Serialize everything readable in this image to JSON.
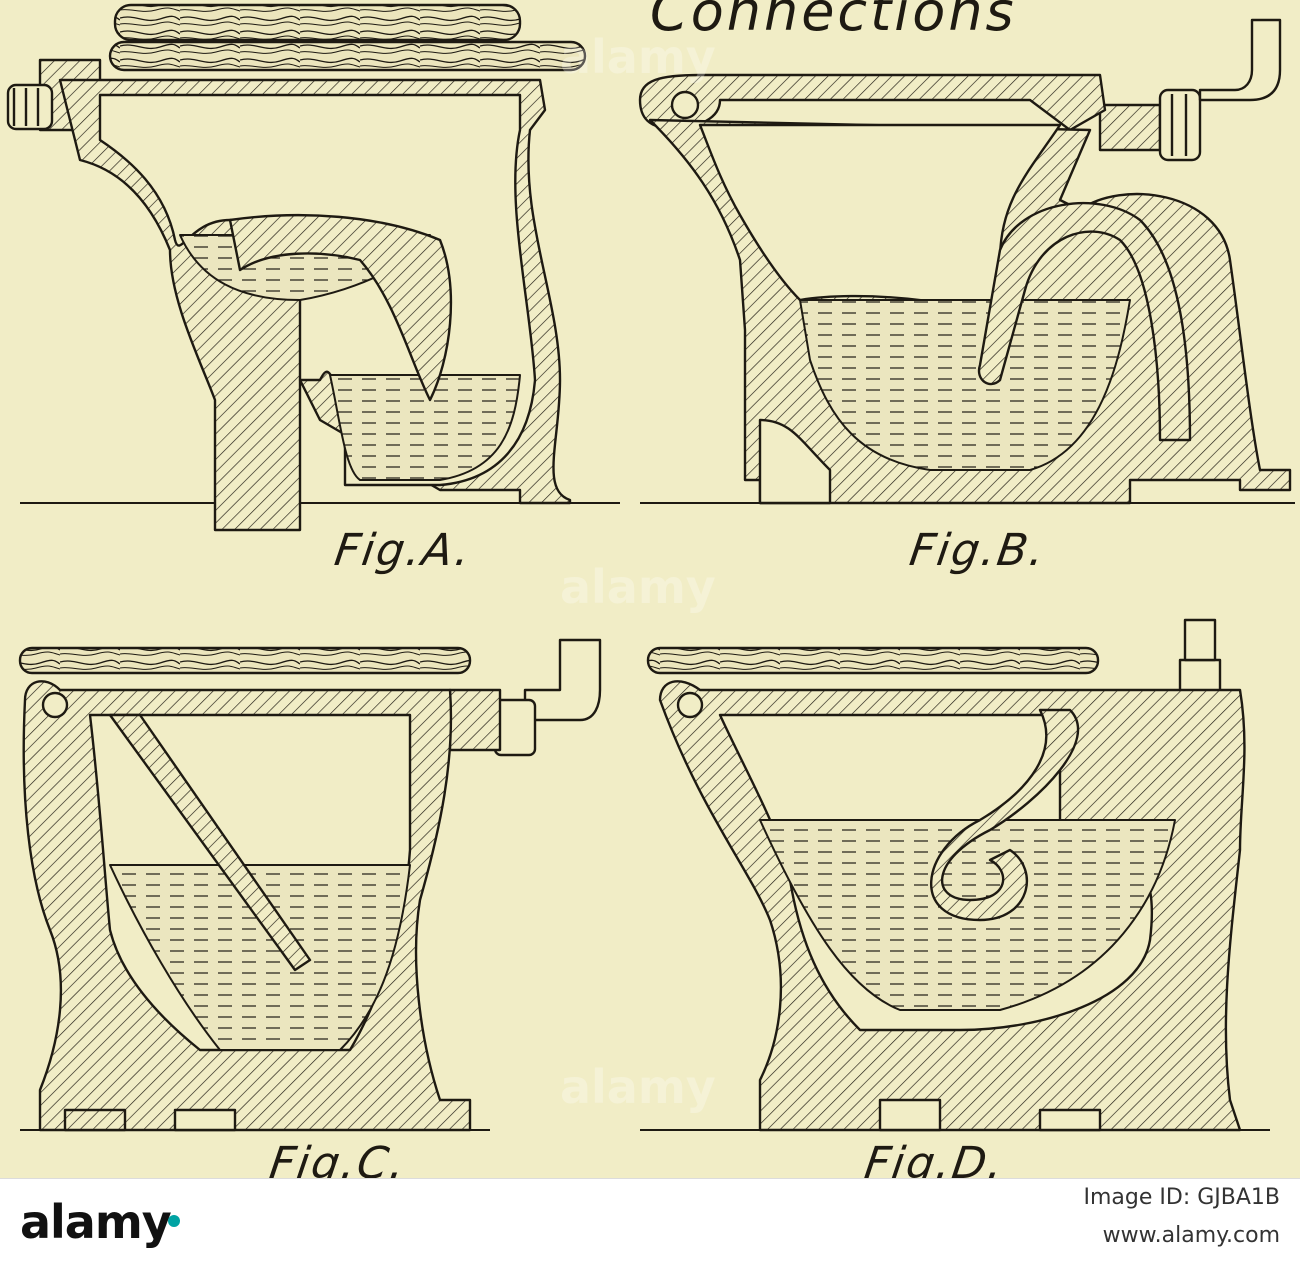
{
  "heading": "Connections",
  "figures": [
    {
      "id": "A",
      "label": "Fig.A."
    },
    {
      "id": "B",
      "label": "Fig.B."
    },
    {
      "id": "C",
      "label": "Fig.C."
    },
    {
      "id": "D",
      "label": "Fig.D."
    }
  ],
  "watermark": "alamy",
  "footer": {
    "logo": "alamy",
    "image_id": "Image ID: GJBA1B",
    "url": "www.alamy.com"
  },
  "colors": {
    "paper": "#f1edc6",
    "ink": "#1e1a12",
    "water": "#e9e4bd",
    "footer_bg": "#ffffff",
    "logo_accent": "#00a3a3"
  }
}
